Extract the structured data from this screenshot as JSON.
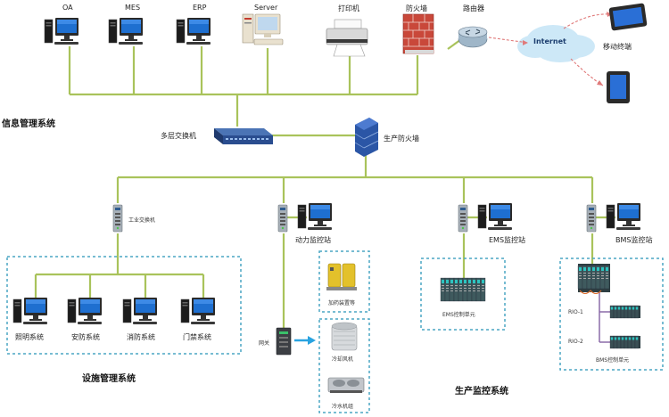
{
  "top_nodes": {
    "oa": "OA",
    "mes": "MES",
    "erp": "ERP",
    "server": "Server",
    "printer": "打印机",
    "firewall": "防火墙",
    "router": "路由器"
  },
  "internet": {
    "label": "Internet",
    "mobile_label": "移动终端"
  },
  "info_system": {
    "title": "信息管理系统",
    "switch_label": "多层交换机",
    "production_firewall_label": "生产防火墙"
  },
  "facility": {
    "industrial_switch_label": "工业交换机",
    "lighting": "照明系统",
    "security": "安防系统",
    "fire": "消防系统",
    "access": "门禁系统",
    "title": "设施管理系统"
  },
  "power": {
    "station_label": "动力监控站",
    "gateway_label": "网关",
    "dosing_label": "加药装置等",
    "cooling_tower_label": "冷却风机",
    "chiller_label": "冷水机组"
  },
  "ems": {
    "station_label": "EMS监控站",
    "unit_label": "EMS控制单元"
  },
  "bms": {
    "station_label": "BMS监控站",
    "rio1": "RIO-1",
    "rio2": "RIO-2",
    "unit_label": "BMS控制单元"
  },
  "production": {
    "title": "生产监控系统"
  },
  "colors": {
    "link_green": "#a9c35b",
    "dashed_box": "#4aa6c4",
    "monitor_frame": "#2a2a2a",
    "monitor_screen": "#1e6fd0",
    "firewall_red": "#c9483a",
    "switch_blue": "#2a4d8f",
    "internet_cloud": "#cde8f7",
    "internet_dash": "#e07a7a",
    "arrow_blue": "#29a3e0",
    "rio_purple": "#8a6aa8"
  }
}
